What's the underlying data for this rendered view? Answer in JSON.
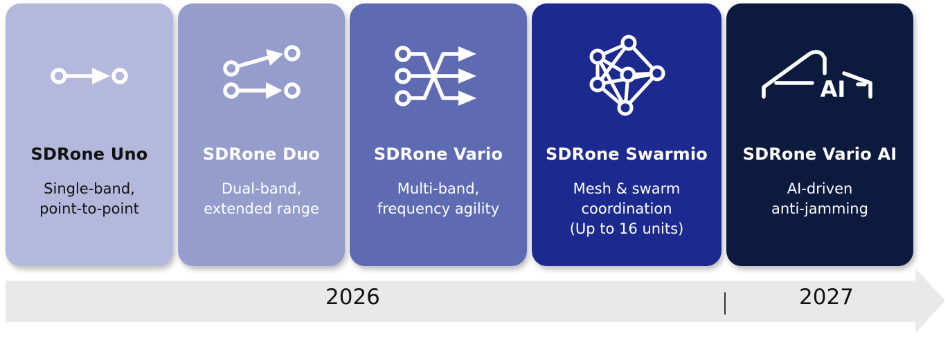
{
  "colors": {
    "card_uno": "#b4b8dc",
    "card_duo": "#949dcb",
    "card_vario": "#5e6bb3",
    "card_swarmio": "#1c2a8f",
    "card_vario_ai": "#0b1a3d",
    "timeline_arrow": "#e9e9e9"
  },
  "products": [
    {
      "icon": "point-to-point-icon",
      "title": "SDRone Uno",
      "desc": [
        "Single-band,",
        "point-to-point"
      ]
    },
    {
      "icon": "dual-branch-icon",
      "title": "SDRone Duo",
      "desc": [
        "Dual-band,",
        "extended range"
      ]
    },
    {
      "icon": "multi-band-crossover-icon",
      "title": "SDRone Vario",
      "desc": [
        "Multi-band,",
        "frequency agility"
      ]
    },
    {
      "icon": "mesh-network-icon",
      "title": "SDRone Swarmio",
      "desc": [
        "Mesh & swarm",
        "coordination",
        "(Up to 16 units)"
      ]
    },
    {
      "icon": "drone-ai-icon",
      "title": "SDRone Vario AI",
      "desc": [
        "AI-driven",
        "anti-jamming"
      ]
    }
  ],
  "timeline": {
    "year_2026": "2026",
    "year_2027": "2027",
    "divider": "|"
  },
  "icon_text": {
    "ai": "AI"
  }
}
